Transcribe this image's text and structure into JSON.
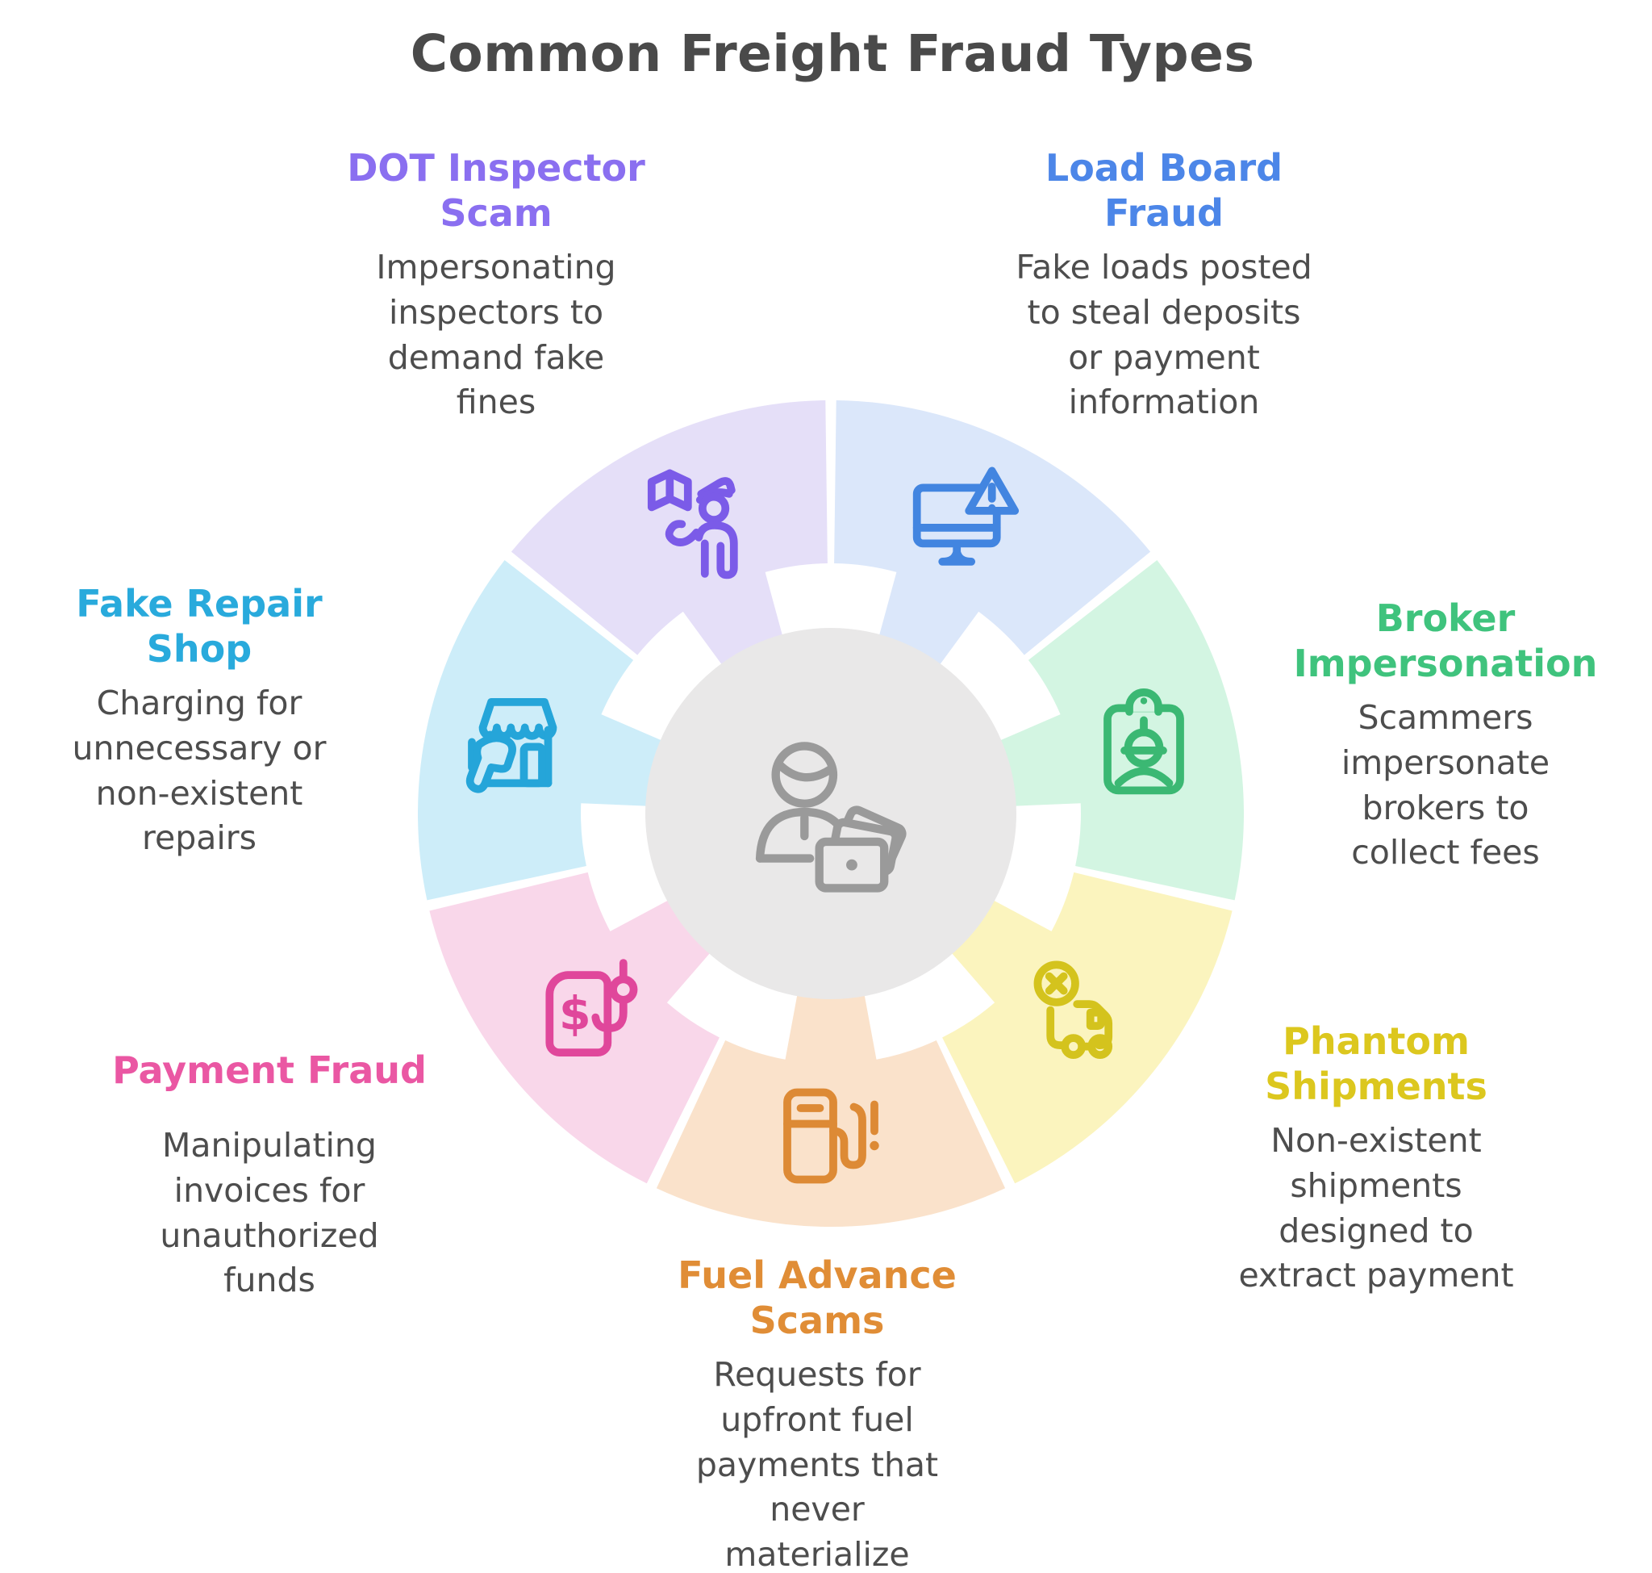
{
  "title": "Common Freight Fraud Types",
  "colors": {
    "title_text": "#4A4A4A",
    "body_text": "#4D4D4D",
    "center_circle_bg": "#E9E8E8",
    "center_icon": "#9A9A9A"
  },
  "center": {
    "icon": "person-cards-icon"
  },
  "segments": [
    {
      "id": "load-board",
      "label": "Load Board\nFraud",
      "description": "Fake loads posted\nto steal deposits\nor payment\ninformation",
      "label_color": "#4C86E8",
      "wedge_color": "#DBE7FA",
      "icon": "monitor-warning-icon",
      "icon_color": "#4285E0"
    },
    {
      "id": "broker",
      "label": "Broker\nImpersonation",
      "description": "Scammers\nimpersonate\nbrokers to\ncollect fees",
      "label_color": "#3FC37D",
      "wedge_color": "#D3F5E2",
      "icon": "badge-person-icon",
      "icon_color": "#3BB873"
    },
    {
      "id": "phantom",
      "label": "Phantom\nShipments",
      "description": "Non-existent\nshipments\ndesigned to\nextract payment",
      "label_color": "#DCC71E",
      "wedge_color": "#FBF4BE",
      "icon": "truck-x-icon",
      "icon_color": "#D4C31D"
    },
    {
      "id": "fuel",
      "label": "Fuel Advance\nScams",
      "description": "Requests for\nupfront fuel\npayments that\nnever\nmaterialize",
      "label_color": "#E08D36",
      "wedge_color": "#FAE2CB",
      "icon": "fuel-pump-icon",
      "icon_color": "#DD8A35"
    },
    {
      "id": "payment",
      "label": "Payment Fraud",
      "description": "Manipulating\ninvoices for\nunauthorized\nfunds",
      "label_color": "#EA57A3",
      "wedge_color": "#F9D7EA",
      "icon": "invoice-hook-icon",
      "icon_color": "#E0479B"
    },
    {
      "id": "repair",
      "label": "Fake Repair\nShop",
      "description": "Charging for\nunnecessary or\nnon-existent\nrepairs",
      "label_color": "#29AADC",
      "wedge_color": "#CDEDF9",
      "icon": "storefront-thumbsdown-icon",
      "icon_color": "#25A5D9"
    },
    {
      "id": "dot",
      "label": "DOT Inspector\nScam",
      "description": "Impersonating\ninspectors to\ndemand fake\nfines",
      "label_color": "#8A6FF0",
      "wedge_color": "#E5DFF8",
      "icon": "police-inspector-icon",
      "icon_color": "#7B5BE8"
    }
  ]
}
